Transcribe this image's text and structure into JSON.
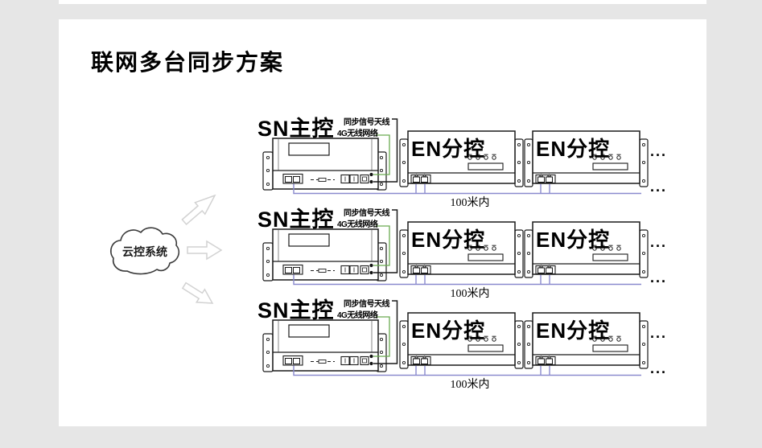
{
  "title": "联网多台同步方案",
  "cloud": {
    "label": "云控系统"
  },
  "colors": {
    "background": "#e6e6e6",
    "panel": "#ffffff",
    "line_black": "#1a1a1a",
    "line_green": "#6aaa50",
    "line_blue": "#8a8ace",
    "arrow_gray": "#d2d2d2",
    "text": "#000000"
  },
  "rows": [
    {
      "sn_label": "SN主控",
      "sync_antenna_label": "同步信号天线",
      "wireless_label": "4G无线网络",
      "en_units": [
        {
          "label": "EN分控"
        },
        {
          "label": "EN分控"
        }
      ],
      "distance_label": "100米内",
      "ellipsis_mid": "...",
      "ellipsis_line": "..."
    },
    {
      "sn_label": "SN主控",
      "sync_antenna_label": "同步信号天线",
      "wireless_label": "4G无线网络",
      "en_units": [
        {
          "label": "EN分控"
        },
        {
          "label": "EN分控"
        }
      ],
      "distance_label": "100米内",
      "ellipsis_mid": "...",
      "ellipsis_line": "..."
    },
    {
      "sn_label": "SN主控",
      "sync_antenna_label": "同步信号天线",
      "wireless_label": "4G无线网络",
      "en_units": [
        {
          "label": "EN分控"
        },
        {
          "label": "EN分控"
        }
      ],
      "distance_label": "100米内",
      "ellipsis_mid": "...",
      "ellipsis_line": "..."
    }
  ]
}
